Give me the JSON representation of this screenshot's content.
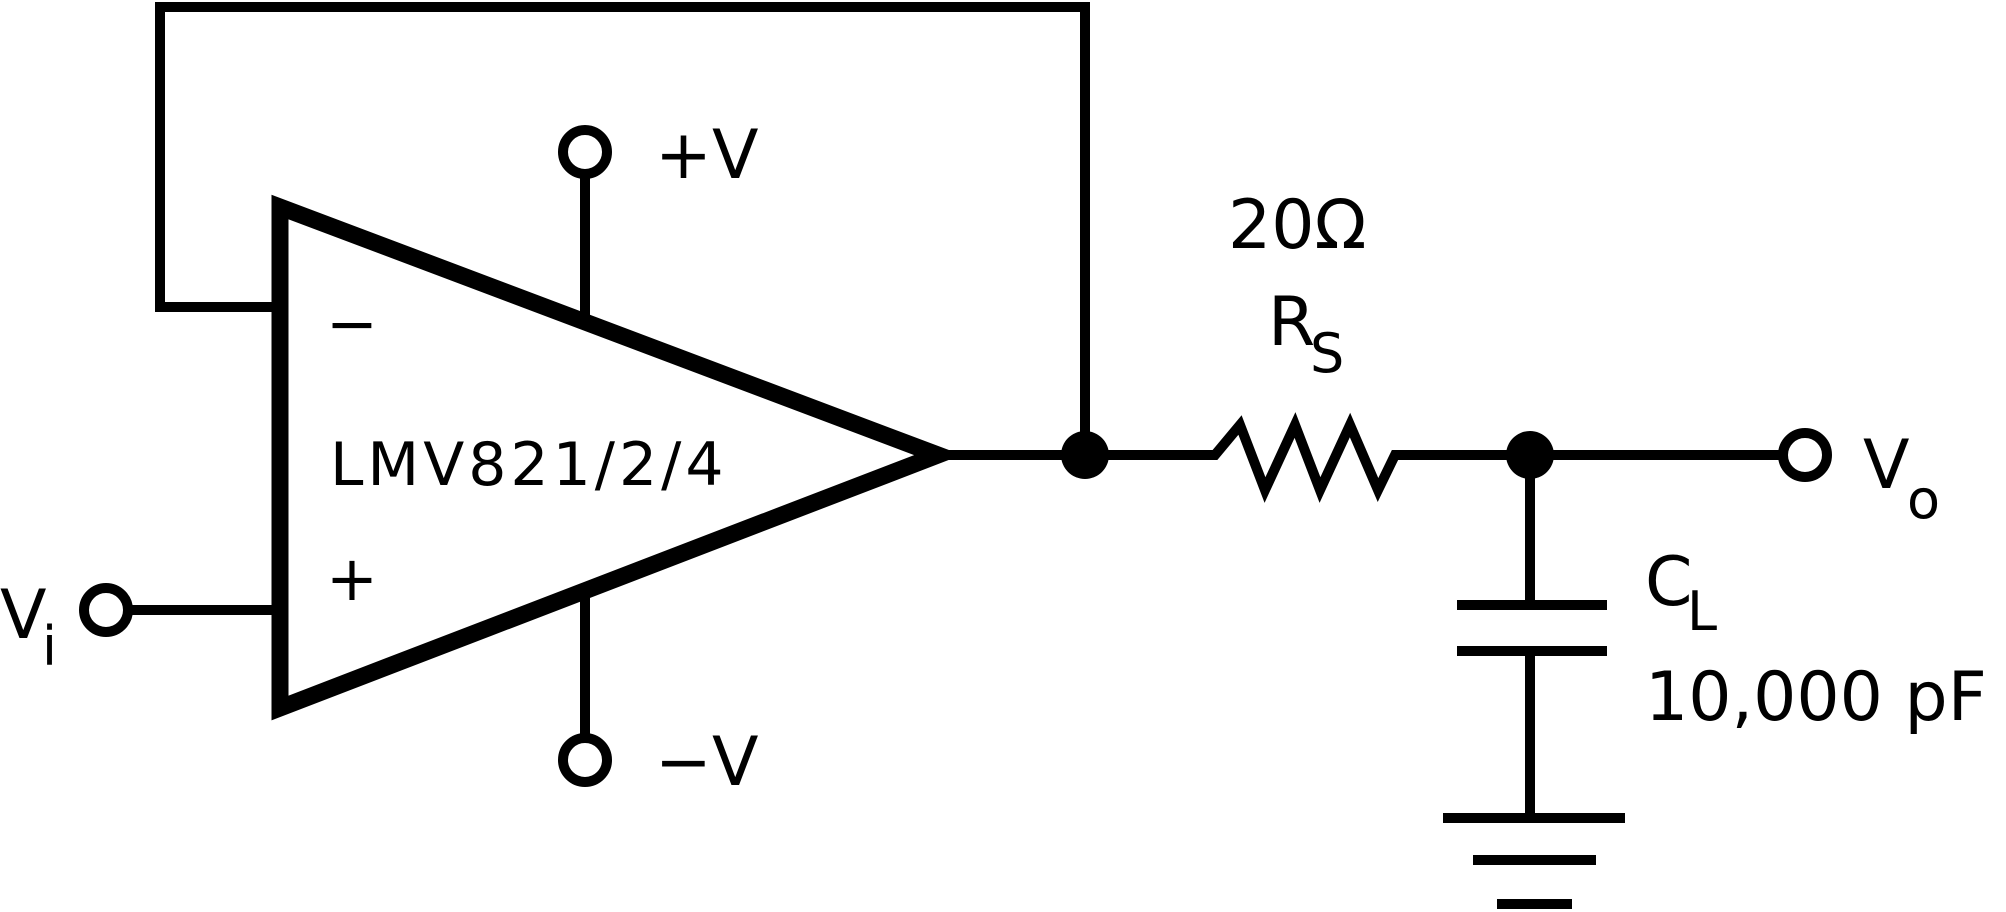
{
  "opamp": {
    "part_number": "LMV821/2/4",
    "inverting_symbol": "−",
    "noninverting_symbol": "+"
  },
  "supply": {
    "positive_label": "+V",
    "negative_label": "−V"
  },
  "input": {
    "label": "V",
    "subscript": "i"
  },
  "output": {
    "label": "V",
    "subscript": "o"
  },
  "resistor": {
    "value": "20Ω",
    "label": "R",
    "subscript": "S"
  },
  "capacitor": {
    "label": "C",
    "subscript": "L",
    "value": "10,000 pF"
  },
  "colors": {
    "ink": "#000000",
    "background": "#ffffff"
  }
}
